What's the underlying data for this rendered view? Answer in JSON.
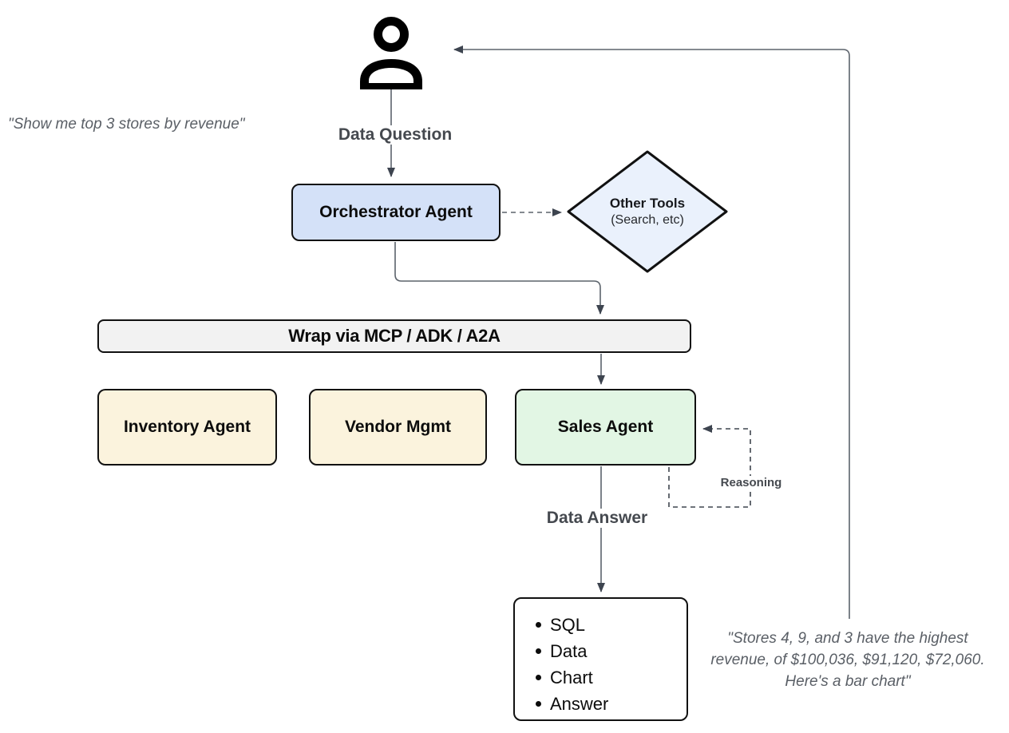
{
  "diagram": {
    "user_quote": "\"Show me top 3 stores by revenue\"",
    "result_quote": {
      "line1": "\"Stores 4, 9, and 3 have the highest",
      "line2": "revenue, of $100,036, $91,120, $72,060.",
      "line3": "Here's a bar chart\""
    },
    "flow_labels": {
      "data_question": "Data Question",
      "data_answer": "Data Answer",
      "reasoning": "Reasoning"
    },
    "nodes": {
      "orchestrator": {
        "label": "Orchestrator Agent",
        "fill": "#d4e1f8"
      },
      "other_tools": {
        "title": "Other Tools",
        "subtitle": "(Search, etc)",
        "fill": "#eaf1fc"
      },
      "wrap_bar": {
        "label": "Wrap via MCP / ADK / A2A",
        "fill": "#f2f2f2"
      },
      "inventory": {
        "label": "Inventory Agent",
        "fill": "#fbf3dd"
      },
      "vendor": {
        "label": "Vendor Mgmt",
        "fill": "#fbf3dd"
      },
      "sales": {
        "label": "Sales Agent",
        "fill": "#e2f6e4"
      },
      "output": {
        "items": [
          "SQL",
          "Data",
          "Chart",
          "Answer"
        ]
      }
    },
    "colors": {
      "line": "#5c636c",
      "arrowhead": "#3d444f",
      "border": "#111111",
      "label_text": "#45494f",
      "quote_text": "#5a5f66"
    }
  }
}
